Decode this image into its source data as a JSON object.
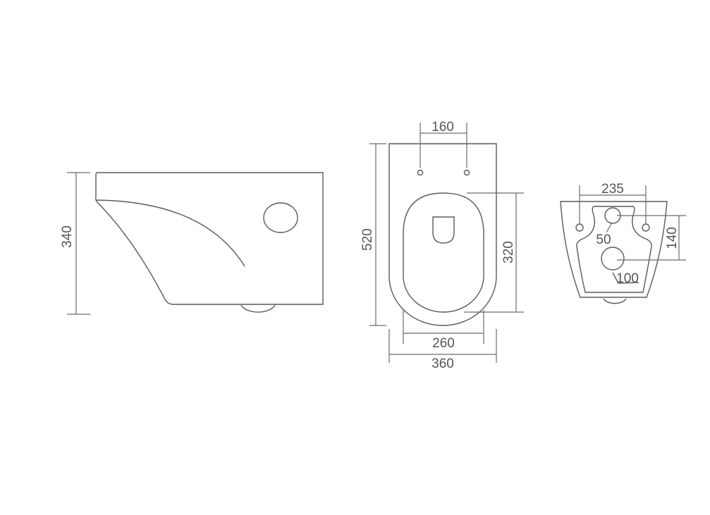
{
  "side_view": {
    "dimensions": {
      "height": "340"
    }
  },
  "top_view": {
    "dimensions": {
      "hinge_spacing": "160",
      "length": "520",
      "seat_opening": "320",
      "inner_width": "260",
      "outer_width": "360"
    }
  },
  "rear_view": {
    "dimensions": {
      "bolt_spacing": "235",
      "pipe_spacing": "140",
      "inlet_diameter": "50",
      "outlet_diameter": "100"
    }
  },
  "colors": {
    "line": "#5a5a5a",
    "text": "#555555",
    "background": "#ffffff"
  }
}
